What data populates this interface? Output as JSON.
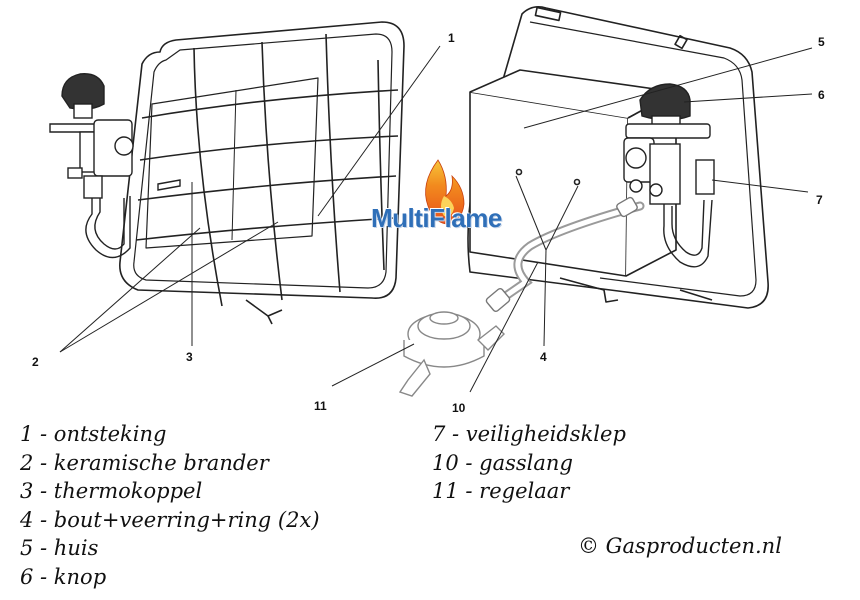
{
  "logo": {
    "text": "MultiFlame"
  },
  "callouts": [
    "1",
    "2",
    "3",
    "4",
    "5",
    "6",
    "7",
    "10",
    "11"
  ],
  "legend_left": [
    "1 - ontsteking",
    "2 - keramische brander",
    "3 - thermokoppel",
    "4 - bout+veerring+ring (2x)",
    "5 - huis",
    "6 - knop"
  ],
  "legend_right": [
    "7 - veiligheidsklep",
    "10 - gasslang",
    "11 - regelaar"
  ],
  "copyright": "© Gasproducten.nl",
  "colors": {
    "ink": "#111111",
    "line": "#222222",
    "logo_blue": "#2f6fb8",
    "flame_outer": "#e8501a",
    "flame_inner": "#f7b52a",
    "hose_gray": "#9a9a9a"
  }
}
